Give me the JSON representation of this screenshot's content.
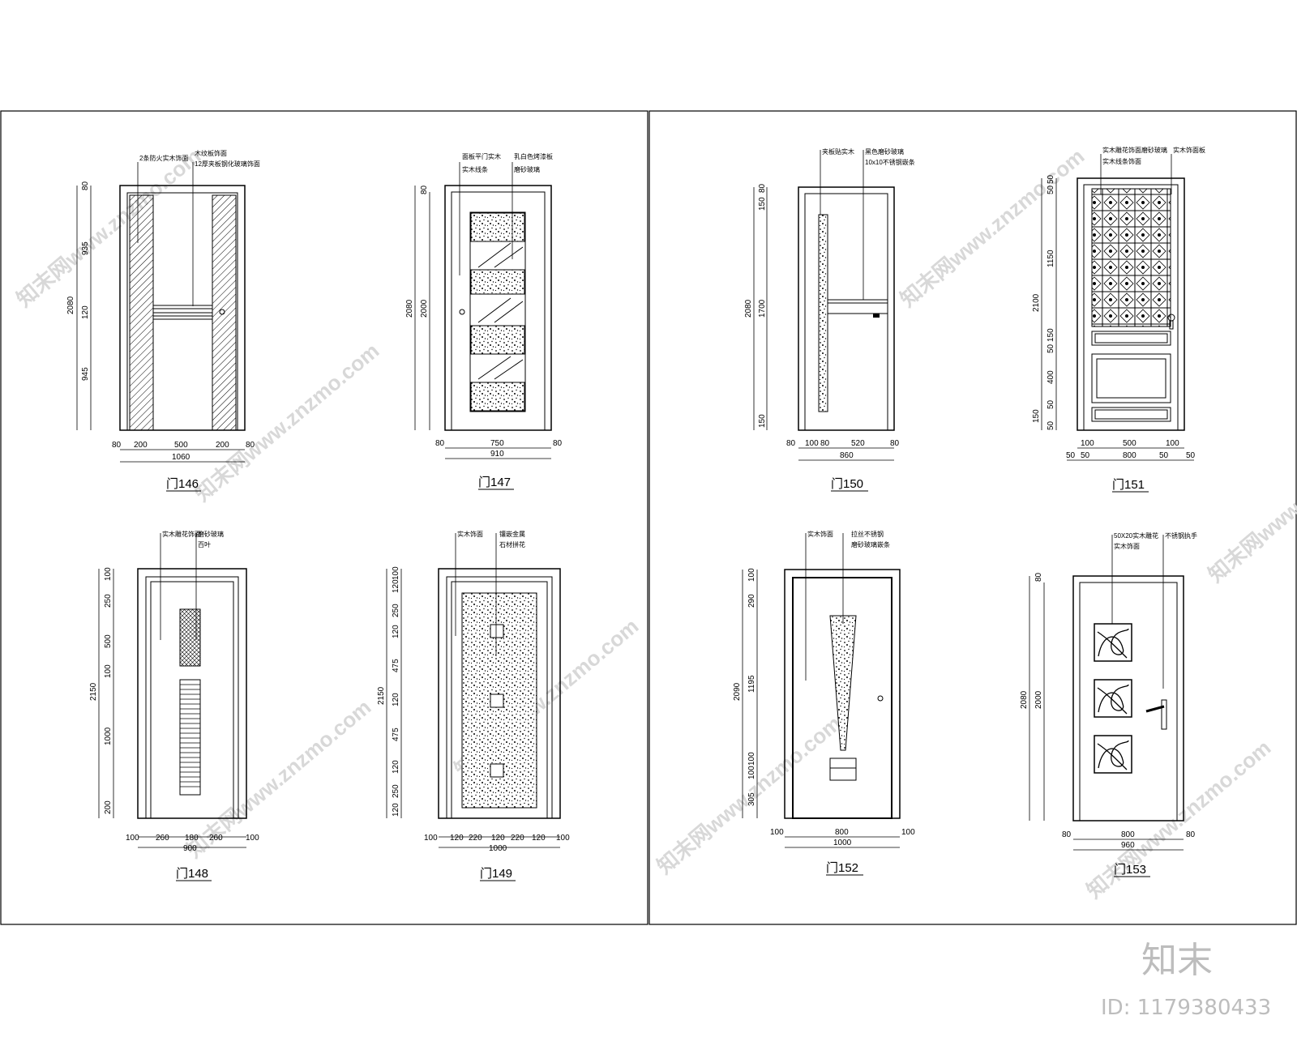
{
  "doors": [
    {
      "id": "d146",
      "title": "门146",
      "notes": [
        "2条防火实木饰面",
        "木纹板饰面",
        "12厚夹板钢化玻璃饰面"
      ],
      "vdims": [
        "80",
        "935",
        "120",
        "945",
        "2080"
      ],
      "hdims": [
        "80",
        "200",
        "500",
        "200",
        "80",
        "1060"
      ]
    },
    {
      "id": "d147",
      "title": "门147",
      "notes": [
        "面板平门实木",
        "实木线条",
        "乳白色烤漆板",
        "磨砂玻璃"
      ],
      "vdims": [
        "80",
        "2080",
        "2000"
      ],
      "hdims": [
        "80",
        "750",
        "910",
        "80"
      ]
    },
    {
      "id": "d150",
      "title": "门150",
      "notes": [
        "夹板贴实木",
        "黑色磨砂玻璃",
        "10x10不锈钢嵌条"
      ],
      "vdims": [
        "80",
        "150",
        "1700",
        "150",
        "2080"
      ],
      "hdims": [
        "80",
        "100",
        "80",
        "520",
        "80",
        "860"
      ]
    },
    {
      "id": "d151",
      "title": "门151",
      "notes": [
        "实木雕花饰面磨砂玻璃",
        "实木线条饰面",
        "实木饰面板"
      ],
      "vdims": [
        "50",
        "50",
        "1150",
        "2100",
        "150",
        "50",
        "400",
        "50",
        "150",
        "50"
      ],
      "hdims": [
        "100",
        "500",
        "100",
        "50",
        "50",
        "800",
        "50",
        "50"
      ]
    },
    {
      "id": "d148",
      "title": "门148",
      "notes": [
        "实木雕花饰面",
        "磨砂玻璃",
        "百叶"
      ],
      "vdims": [
        "100",
        "250",
        "500",
        "100",
        "2150",
        "1000",
        "200"
      ],
      "hdims": [
        "100",
        "260",
        "180",
        "260",
        "100",
        "900"
      ]
    },
    {
      "id": "d149",
      "title": "门149",
      "notes": [
        "实木饰面",
        "镶嵌金属",
        "石材拼花"
      ],
      "vdims": [
        "100",
        "120",
        "250",
        "120",
        "475",
        "2150",
        "120",
        "475",
        "120",
        "250",
        "120"
      ],
      "hdims": [
        "100",
        "120",
        "220",
        "120",
        "220",
        "120",
        "100",
        "1000"
      ]
    },
    {
      "id": "d152",
      "title": "门152",
      "notes": [
        "实木饰面",
        "拉丝不锈钢",
        "磨砂玻璃嵌条"
      ],
      "vdims": [
        "100",
        "290",
        "2090",
        "1195",
        "100",
        "100",
        "305"
      ],
      "hdims": [
        "100",
        "800",
        "100",
        "1000"
      ]
    },
    {
      "id": "d153",
      "title": "门153",
      "notes": [
        "50X20实木雕花",
        "不锈钢执手",
        "实木饰面"
      ],
      "vdims": [
        "80",
        "2080",
        "2000"
      ],
      "hdims": [
        "80",
        "800",
        "80",
        "960"
      ]
    }
  ],
  "watermark": "知末网www.znzmo.com",
  "brand": {
    "name": "知末",
    "id_text": "ID: 1179380433"
  }
}
